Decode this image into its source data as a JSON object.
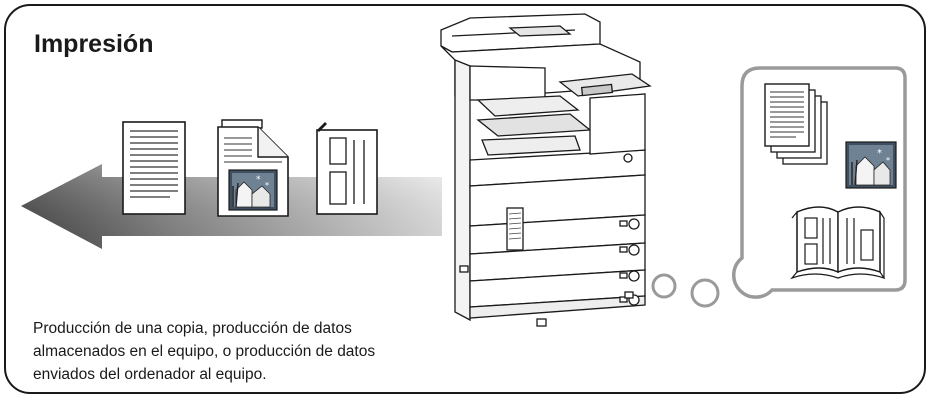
{
  "title": "Impresión",
  "description_lines": [
    "Producción de una copia, producción de datos",
    "almacenados en el equipo, o producción de datos",
    "enviados del ordenador al equipo."
  ],
  "colors": {
    "frame_border": "#1a1a1a",
    "arrow_dark": "#4a4a4a",
    "arrow_light": "#ececec",
    "bubble_border": "#9a9a9a",
    "text": "#1a1a1a"
  },
  "icons": [
    "text-document-icon",
    "folded-document-with-photo-icon",
    "layout-document-icon",
    "multifunction-printer-icon",
    "stacked-documents-icon",
    "photo-icon",
    "open-booklet-icon"
  ]
}
